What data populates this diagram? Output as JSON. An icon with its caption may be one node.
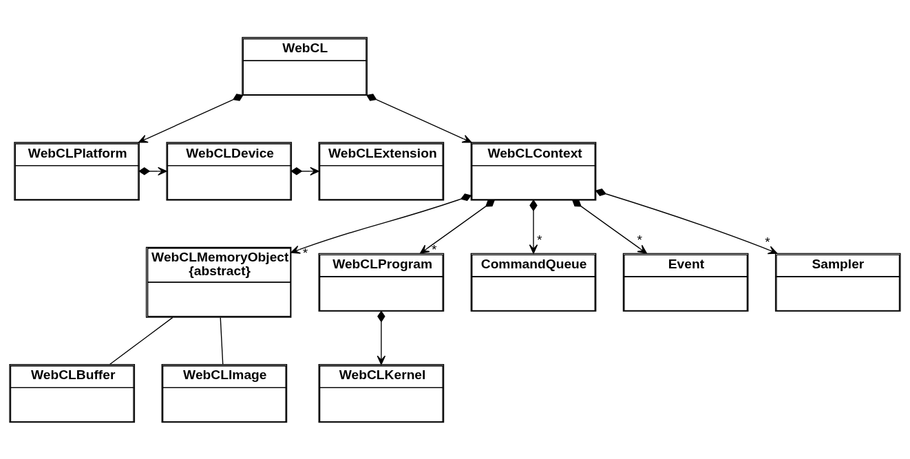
{
  "diagram": {
    "nodes": [
      {
        "text": [
          "WebCL"
        ]
      },
      {
        "text": [
          "WebCLPlatform"
        ]
      },
      {
        "text": [
          "WebCLDevice"
        ]
      },
      {
        "text": [
          "WebCLExtension"
        ]
      },
      {
        "text": [
          "WebCLContext"
        ]
      },
      {
        "text": [
          "WebCLMemoryObject",
          "{abstract}"
        ]
      },
      {
        "text": [
          "WebCLProgram"
        ]
      },
      {
        "text": [
          "CommandQueue"
        ]
      },
      {
        "text": [
          "Event"
        ]
      },
      {
        "text": [
          "Sampler"
        ]
      },
      {
        "text": [
          "WebCLBuffer"
        ]
      },
      {
        "text": [
          "WebCLImage"
        ]
      },
      {
        "text": [
          "WebCLKernel"
        ]
      }
    ],
    "edges": [
      {
        "from": 0,
        "to": 1,
        "arrow": "to"
      },
      {
        "from": 0,
        "to": 4,
        "arrow": "to"
      },
      {
        "from": 1,
        "to": 2,
        "arrow": "to"
      },
      {
        "from": 2,
        "to": 3,
        "arrow": "to"
      },
      {
        "from": 4,
        "to": 5,
        "arrow": "to",
        "label": "*"
      },
      {
        "from": 4,
        "to": 6,
        "arrow": "to",
        "label": "*"
      },
      {
        "from": 4,
        "to": 7,
        "arrow": "to",
        "label": "*"
      },
      {
        "from": 4,
        "to": 8,
        "arrow": "to",
        "label": "*"
      },
      {
        "from": 4,
        "to": 9,
        "arrow": "to",
        "label": "*"
      },
      {
        "from": 6,
        "to": 12,
        "arrow": "to"
      },
      {
        "from": 5,
        "to": 10,
        "arrow": "none"
      },
      {
        "from": 5,
        "to": 11,
        "arrow": "none"
      }
    ]
  }
}
